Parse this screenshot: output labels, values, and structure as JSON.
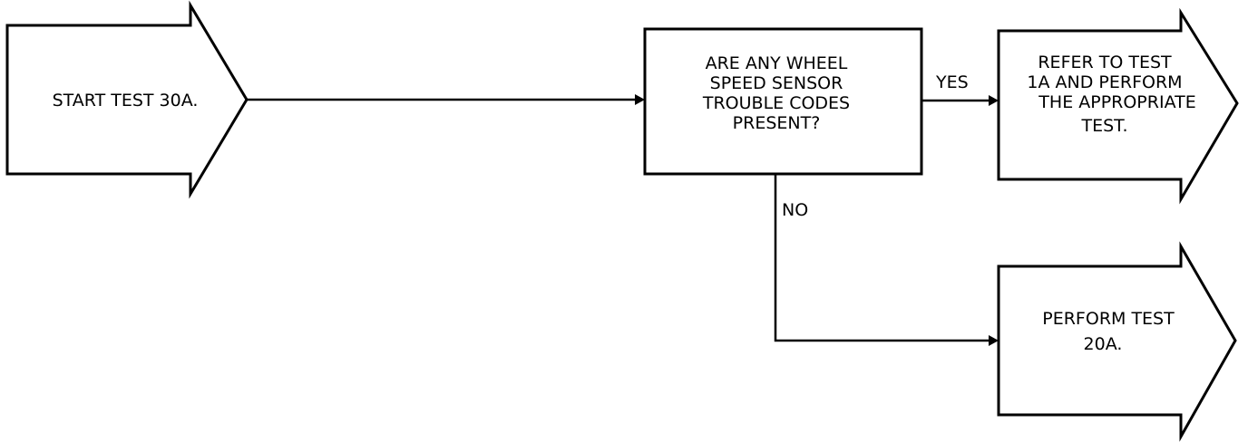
{
  "start": {
    "text": "START TEST 30A."
  },
  "decision": {
    "lines": [
      "ARE ANY WHEEL",
      "SPEED SENSOR",
      "TROUBLE CODES",
      "PRESENT?"
    ]
  },
  "yes_branch": {
    "label": "YES",
    "target_lines": [
      "REFER TO TEST",
      "1A AND PERFORM",
      "THE APPROPRIATE",
      "TEST."
    ]
  },
  "no_branch": {
    "label": "NO",
    "target_lines": [
      "PERFORM TEST",
      "20A."
    ]
  },
  "colors": {
    "stroke": "#000000",
    "fill": "#ffffff"
  }
}
